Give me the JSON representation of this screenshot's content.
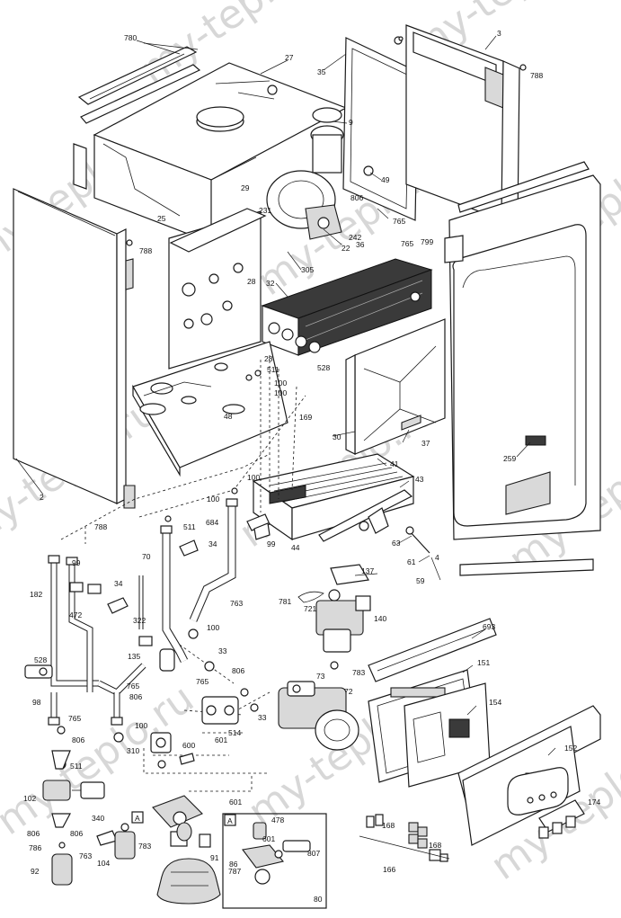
{
  "watermark": "my-teplo.ru",
  "part_numbers": {
    "p780": "780",
    "p27": "27",
    "p35": "35",
    "p3": "3",
    "p788a": "788",
    "p9": "9",
    "p49": "49",
    "p806a": "806",
    "p29": "29",
    "p231": "231",
    "p25": "25",
    "p765a": "765",
    "p242": "242",
    "p22": "22",
    "p36": "36",
    "p765b": "765",
    "p799": "799",
    "p788b": "788",
    "p305": "305",
    "p28a": "28",
    "p32": "32",
    "p28b": "28",
    "p511a": "511",
    "p528a": "528",
    "p100a": "100",
    "p100b": "100",
    "p48": "48",
    "p169": "169",
    "p30": "30",
    "p37": "37",
    "p259": "259",
    "p41": "41",
    "p43": "43",
    "p100c": "100",
    "p100d": "100",
    "p2": "2",
    "p511b": "511",
    "p684": "684",
    "p788c": "788",
    "p34a": "34",
    "p99a": "99",
    "p70": "70",
    "p99b": "99",
    "p44": "44",
    "p63": "63",
    "p61": "61",
    "p4": "4",
    "p59": "59",
    "p137": "137",
    "p182": "182",
    "p34b": "34",
    "p763a": "763",
    "p472": "472",
    "p322": "322",
    "p781": "781",
    "p721": "721",
    "p140": "140",
    "p693": "693",
    "p100e": "100",
    "p135": "135",
    "p33a": "33",
    "p528b": "528",
    "p806b": "806",
    "p73": "73",
    "p783a": "783",
    "p151": "151",
    "p765c": "765",
    "p72": "72",
    "p98": "98",
    "p806c": "806",
    "p765d": "765",
    "p33b": "33",
    "p154": "154",
    "p514": "514",
    "p806d": "806",
    "p100f": "100",
    "p601a": "601",
    "p152": "152",
    "p310": "310",
    "p600": "600",
    "p511c": "511",
    "p102": "102",
    "p340": "340",
    "p601b": "601",
    "p174": "174",
    "p806e": "806",
    "p806f": "806",
    "pA1": "A",
    "pA2": "A",
    "p478": "478",
    "p168a": "168",
    "p786": "786",
    "p783b": "783",
    "p601c": "601",
    "p807": "807",
    "p168b": "168",
    "p763b": "763",
    "p104": "104",
    "p91": "91",
    "p86": "86",
    "p92": "92",
    "p787": "787",
    "p166": "166",
    "p80": "80"
  }
}
